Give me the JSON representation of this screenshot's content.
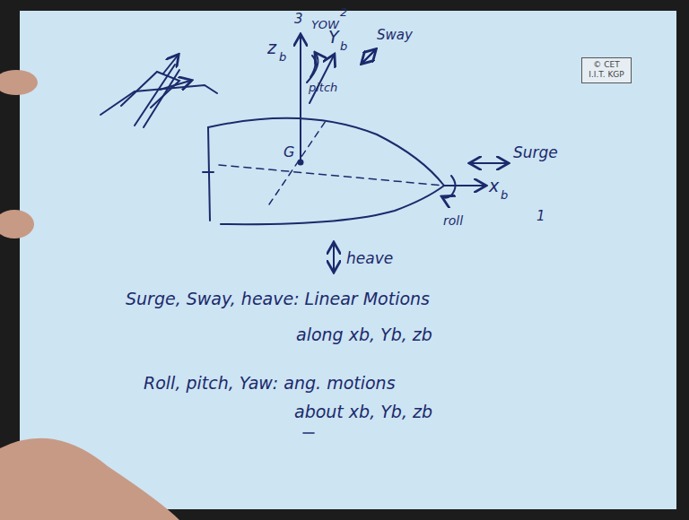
{
  "diagram": {
    "nodes": [
      {
        "text": [
          "© CET I.I.T. KGP"
        ]
      }
    ],
    "labels": [
      "3",
      "YOW",
      "2",
      "z",
      "b",
      "Y",
      "b",
      "Sway",
      "pitch",
      "Surge",
      "G",
      "x",
      "b",
      "roll",
      "1",
      "heave",
      "Surge, Sway, heave: Linear Motions",
      "along xb, Yb, zb",
      "Roll, pitch, Yaw: ang. motions",
      "about xb, Yb, zb"
    ]
  }
}
